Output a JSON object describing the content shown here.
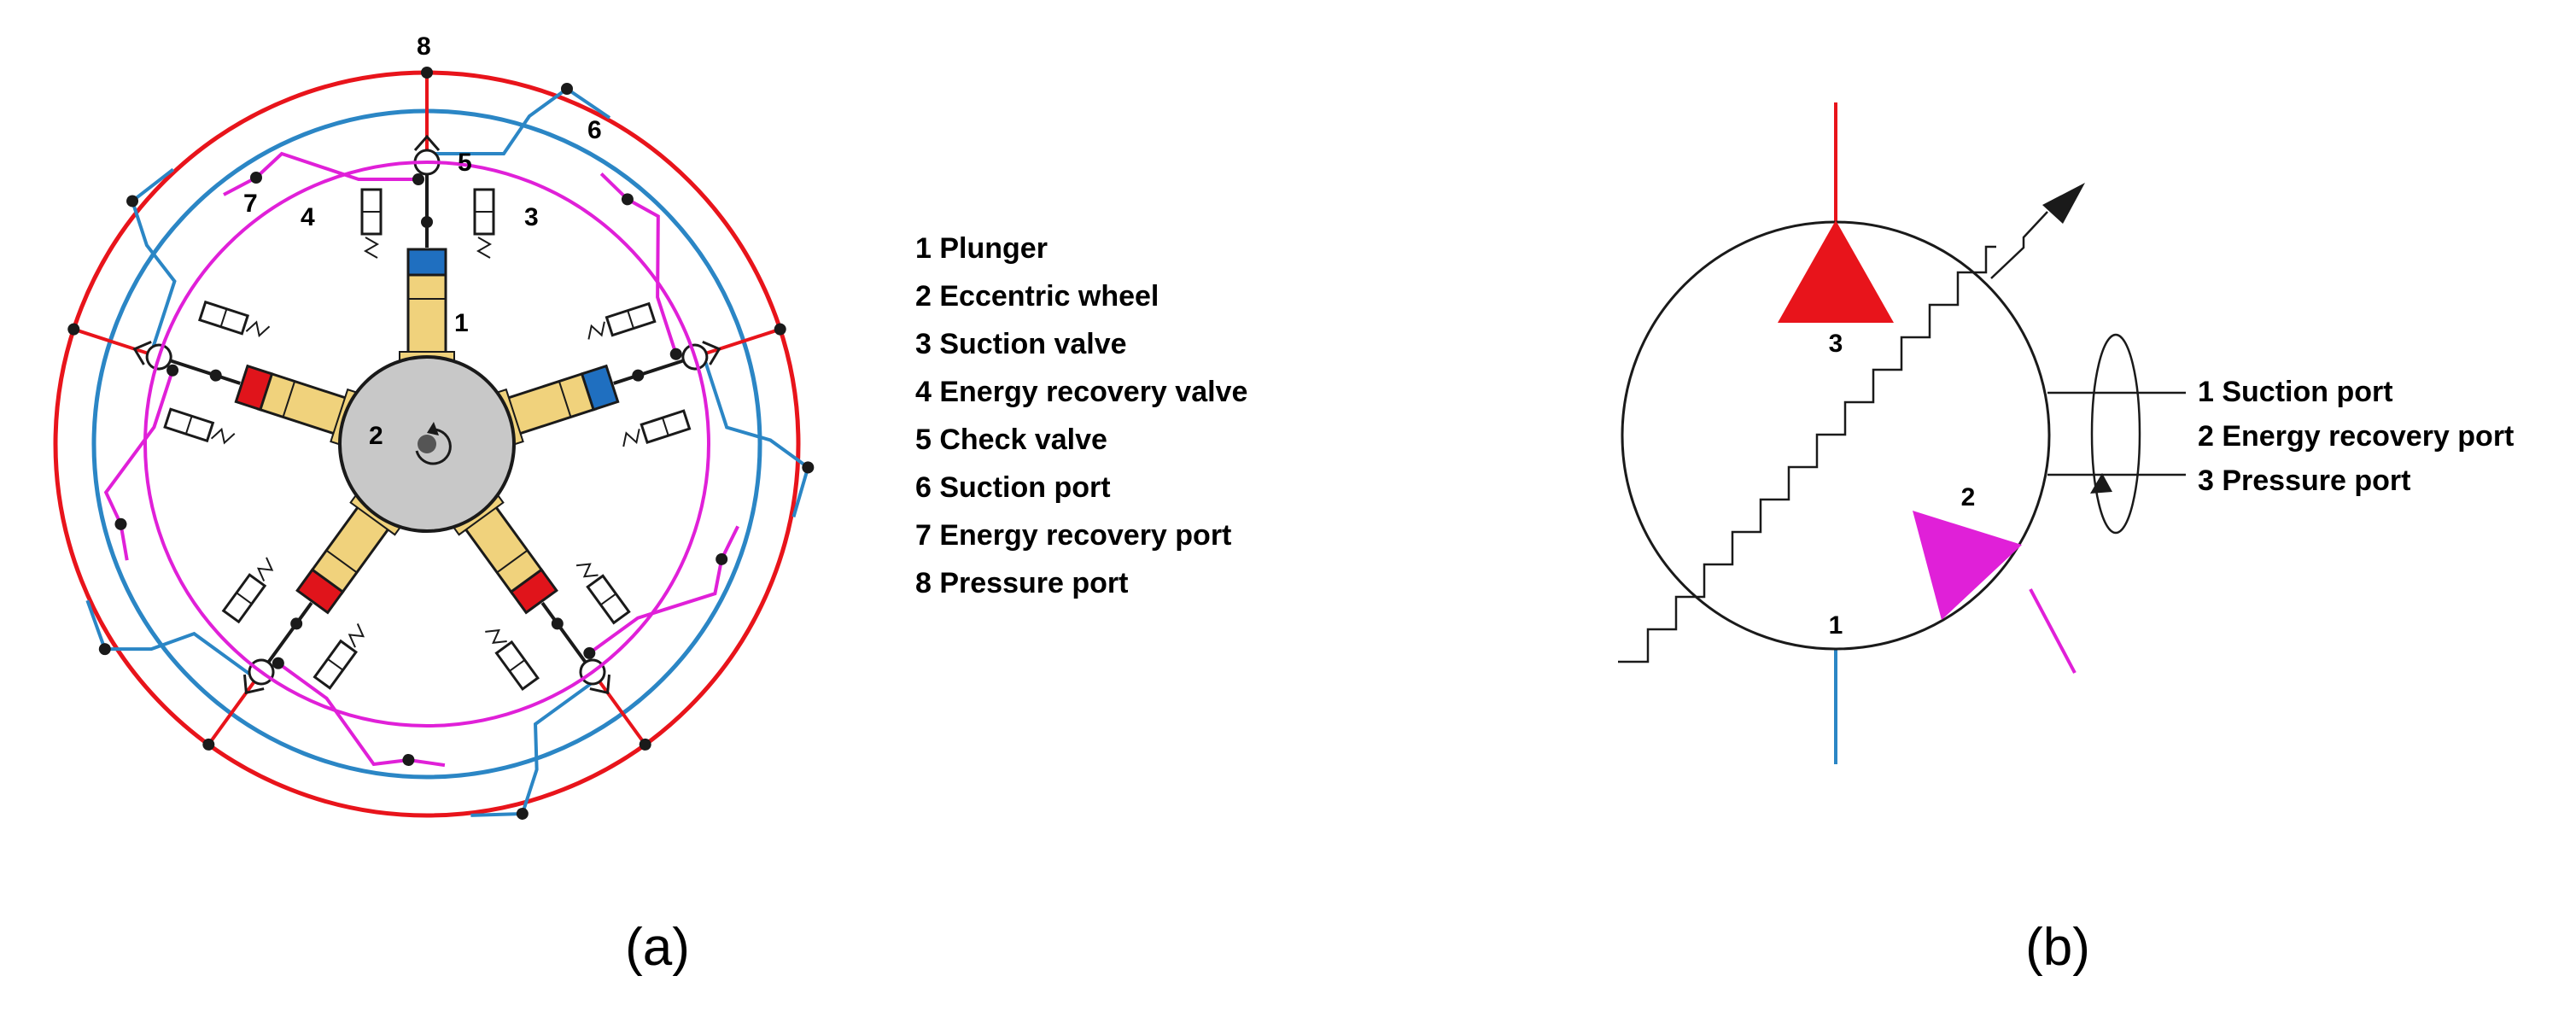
{
  "colors": {
    "pressure": "#e8141b",
    "suction": "#2b86c5",
    "recovery": "#e020d8",
    "plunger_body": "#f0d27c",
    "plunger_blue": "#1f6fc0",
    "plunger_red": "#e0141b",
    "wheel": "#c8c8c8",
    "line": "#1a1a1a"
  },
  "panel_a": {
    "caption": "(a)",
    "numbers": {
      "plunger": "1",
      "wheel": "2",
      "suction_valve": "3",
      "recovery_valve": "4",
      "check_valve": "5",
      "suction_port": "6",
      "recovery_port": "7",
      "pressure_port": "8"
    },
    "legend": [
      "1 Plunger",
      "2 Eccentric wheel",
      "3 Suction valve",
      "4 Energy recovery valve",
      "5 Check valve",
      "6 Suction port",
      "7 Energy recovery port",
      "8 Pressure port"
    ]
  },
  "panel_b": {
    "caption": "(b)",
    "numbers": {
      "suction": "1",
      "recovery": "2",
      "pressure": "3"
    },
    "legend": [
      "1 Suction port",
      "2 Energy recovery port",
      "3 Pressure port"
    ]
  }
}
